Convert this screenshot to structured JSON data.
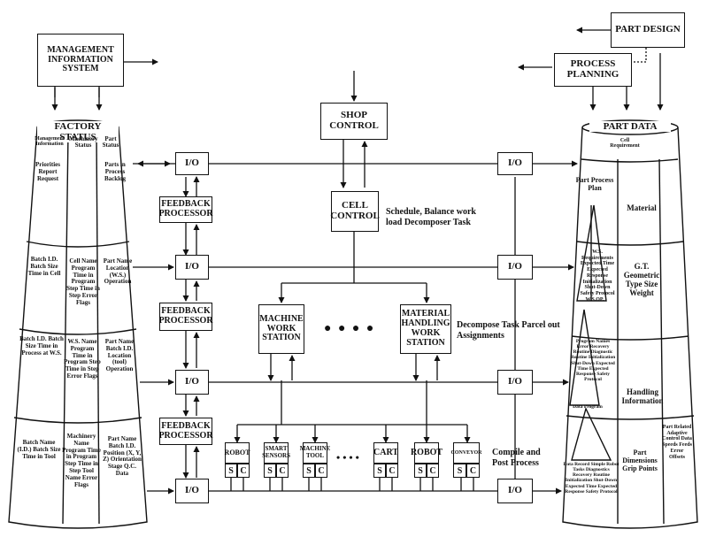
{
  "top": {
    "mis": "MANAGEMENT INFORMATION SYSTEM",
    "part_design": "PART DESIGN",
    "process_planning": "PROCESS PLANNING",
    "shop_control": "SHOP CONTROL",
    "cell_control": "CELL CONTROL",
    "cell_note": "Schedule, Balance work load Decomposer Task",
    "machine_ws": "MACHINE WORK STATION",
    "material_ws": "MATERIAL HANDLING WORK STATION",
    "ws_note": "Decompose Task Parcel out Assignments",
    "ellipsis": "● ● ● ●",
    "compile_note": "Compile and Post Process",
    "feedback": "FEEDBACK PROCESSOR",
    "io": "I/O"
  },
  "factory": {
    "title": "FACTORY STATUS",
    "headers": [
      "Management Information",
      "Machinery Status",
      "Part Status"
    ],
    "rows": [
      [
        "Priorities Report Request",
        "",
        "Parts in Process Backlog"
      ],
      [
        "Batch I.D. Batch Size Time in Cell",
        "Cell Name Program Time in Program Step Time in Step Error Flags",
        "Part Name Location (W.S.) Operation"
      ],
      [
        "Batch I.D. Batch Size Time in Process at W.S.",
        "W.S. Name Program Time in Program Step Time in Step Error Flags",
        "Part Name Batch I.D. Location (tool) Operation"
      ],
      [
        "Batch Name (I.D.) Batch Size Time in Tool",
        "Machinery Name Program Time in Program Step Time in Step Tool Name Error Flags",
        "Part Name Batch I.D. Position (X, Y, Z) Orientation Stage Q.C. Data"
      ]
    ]
  },
  "partdata": {
    "title": "PART DATA",
    "header": "Cell Requirement",
    "r1_left": "Part Process Plan",
    "r1_right": "Material",
    "r2_left": "W.S. Requirements Expected Time Expected Response Initialization Shut-Down Safety Protocol",
    "r2_foot": "W.S.OP.",
    "r2_right": "G.T. Geometric Type Size Weight",
    "r3_left": "Program Names Error Recovery Routine Diagnostic Routine Initialization Shut-Down Expected Time Expected Response Safety Protocol",
    "r3_foot": "Data Program",
    "r3_right": "Handling Information",
    "r4_left": "Data Record Simple Robot Tasks Diagnostics Recovery Routine Initialization Shut-Down Expected Time Expected Response Safety Protocol",
    "r4_mid": "Part Dimensions Grip Points",
    "r4_right": "Part Related Adaptive Control Data Speeds Feeds Error Offsets"
  },
  "devices": [
    "ROBOT",
    "SMART SENSORS",
    "MACHINE TOOL",
    "CART",
    "ROBOT",
    "CONVEYOR"
  ],
  "dev_ellipsis": "• • • •",
  "s_label": "S",
  "c_label": "C"
}
